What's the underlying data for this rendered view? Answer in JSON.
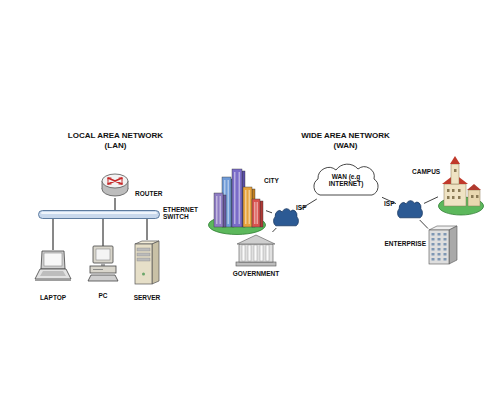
{
  "diagram": {
    "nodes": [
      {
        "text": [
          "ROUTER"
        ]
      },
      {
        "text": [
          "ETHERNET SWITCH"
        ]
      },
      {
        "text": [
          "LAPTOP"
        ]
      },
      {
        "text": [
          "PC"
        ]
      },
      {
        "text": [
          "SERVER"
        ]
      },
      {
        "text": [
          "CITY"
        ]
      },
      {
        "text": [
          "WAN (e.g INTERNET)"
        ]
      },
      {
        "text": [
          "CAMPUS"
        ]
      },
      {
        "text": [
          "ISP"
        ]
      },
      {
        "text": [
          "ISP"
        ]
      },
      {
        "text": [
          "GOVERNMENT"
        ]
      },
      {
        "text": [
          "ENTERPRISE"
        ]
      }
    ],
    "edges": [
      {
        "from": 0,
        "to": 1,
        "arrow": "none"
      },
      {
        "from": 1,
        "to": 2,
        "arrow": "none"
      },
      {
        "from": 1,
        "to": 3,
        "arrow": "none"
      },
      {
        "from": 1,
        "to": 4,
        "arrow": "none"
      },
      {
        "from": 5,
        "to": 8,
        "arrow": "none"
      },
      {
        "from": 10,
        "to": 8,
        "arrow": "none"
      },
      {
        "from": 8,
        "to": 6,
        "arrow": "none"
      },
      {
        "from": 6,
        "to": 9,
        "arrow": "none"
      },
      {
        "from": 9,
        "to": 7,
        "arrow": "none"
      },
      {
        "from": 9,
        "to": 11,
        "arrow": "none"
      }
    ],
    "labels": [
      "LOCAL AREA NETWORK (LAN)",
      "WIDE AREA NETWORK (WAN)"
    ]
  }
}
